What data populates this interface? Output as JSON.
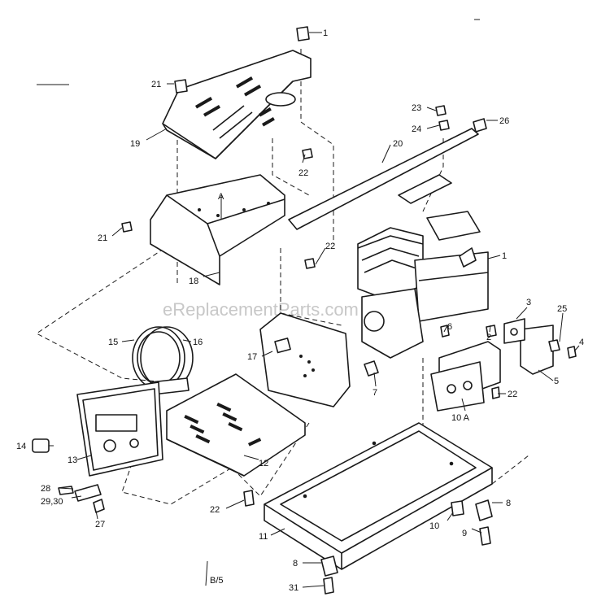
{
  "watermark": "eReplacementParts.com",
  "sheet_ref": "B/5",
  "view_a_label": "A",
  "view_10a_label": "10 A",
  "callouts": [
    "1",
    "21",
    "19",
    "22",
    "23",
    "24",
    "26",
    "20",
    "21",
    "22",
    "18",
    "1",
    "15",
    "16",
    "17",
    "3",
    "25",
    "4",
    "2",
    "6",
    "7",
    "5",
    "22",
    "14",
    "13",
    "12",
    "28",
    "29,30",
    "27",
    "22",
    "11",
    "10",
    "8",
    "9",
    "8",
    "31"
  ]
}
